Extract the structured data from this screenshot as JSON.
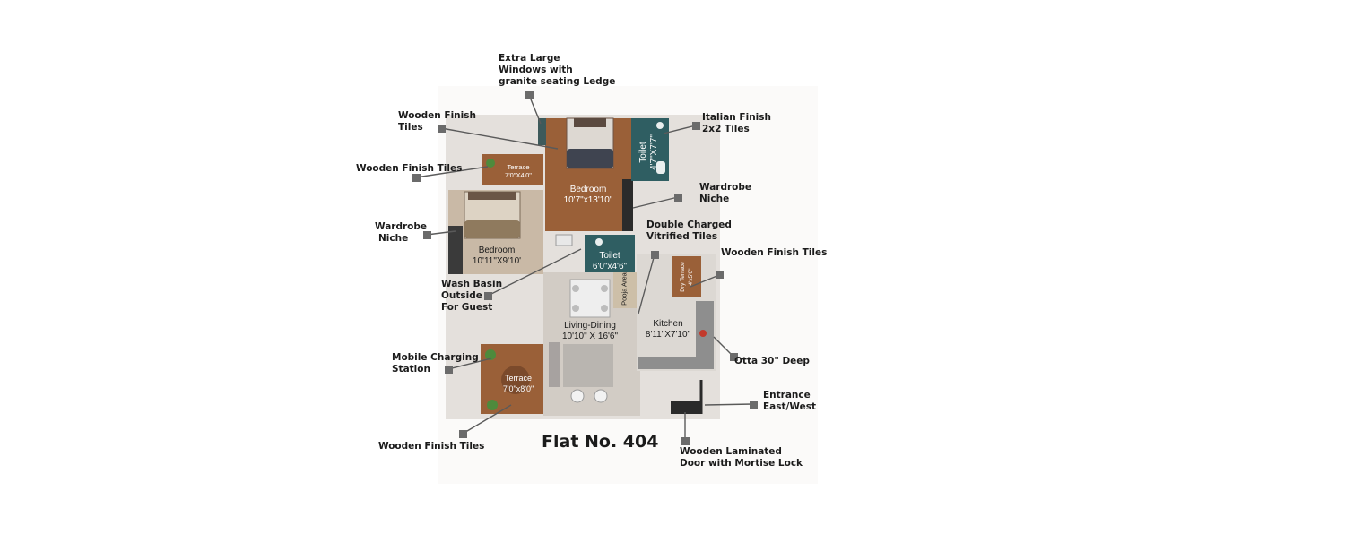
{
  "plan": {
    "title": "Flat No. 404",
    "rooms": {
      "bedroom_main": {
        "name": "Bedroom",
        "size": "10'7\"x13'10\""
      },
      "bedroom_second": {
        "name": "Bedroom",
        "size": "10'11\"X9'10'"
      },
      "toilet_main": {
        "name": "Toilet",
        "size": "4'7\"X7'7\""
      },
      "toilet_common": {
        "name": "Toilet",
        "size": "6'0\"x4'6\""
      },
      "terrace_top": {
        "name": "Terrace",
        "size": "7'0\"X4'0\""
      },
      "terrace_bottom": {
        "name": "Terrace",
        "size": "7'0\"x8'0\""
      },
      "living_dining": {
        "name": "Living-Dining",
        "size": "10'10\" X 16'6\""
      },
      "kitchen": {
        "name": "Kitchen",
        "size": "8'11\"X7'10\""
      },
      "pooja": {
        "name": "Pooja Area"
      },
      "dry_terrace": {
        "name": "Dry Terrace",
        "size": "4'x5'0\""
      }
    }
  },
  "callouts": {
    "windows": [
      "Extra Large",
      "Windows with",
      "granite seating Ledge"
    ],
    "wood_tiles_bedroom": [
      "Wooden Finish",
      "Tiles"
    ],
    "italian_tiles": [
      "Italian Finish",
      "2x2 Tiles"
    ],
    "wood_tiles_terrace": [
      "Wooden Finish Tiles"
    ],
    "wardrobe_niche_right": [
      "Wardrobe",
      "Niche"
    ],
    "vitrified_tiles": [
      "Double Charged",
      "Vitrified Tiles"
    ],
    "wardrobe_niche_left": [
      "Wardrobe",
      "Niche"
    ],
    "wood_tiles_dry": [
      "Wooden Finish Tiles"
    ],
    "wash_basin": [
      "Wash Basin",
      "Outside",
      "For Guest"
    ],
    "otta": [
      "Otta 30\" Deep"
    ],
    "mobile_charging": [
      "Mobile Charging",
      "Station"
    ],
    "entrance": [
      "Entrance",
      "East/West"
    ],
    "wood_tiles_bottom": [
      "Wooden Finish Tiles"
    ],
    "door": [
      "Wooden Laminated",
      "Door with Mortise Lock"
    ]
  },
  "colors": {
    "wood": "#9a6038",
    "wood_dark": "#7b4a2b",
    "teal": "#2f5e62",
    "floor_grey": "#d2ccc5",
    "wall": "#c9c4be",
    "leader": "#5a5a5a",
    "marker": "#6b6b6b"
  }
}
